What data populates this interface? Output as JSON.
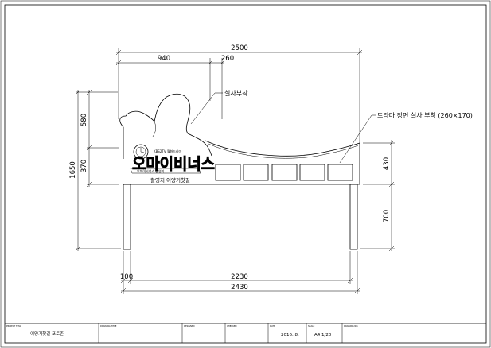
{
  "dimensions": {
    "top_total": "2500",
    "top_left": "940",
    "top_mid": "260",
    "left_total": "1650",
    "left_upper": "580",
    "left_lower": "370",
    "right_upper": "430",
    "right_lower": "700",
    "bottom_left": "100",
    "bottom_inner": "2230",
    "bottom_total": "2430"
  },
  "callouts": {
    "photo_attach": "실사부착",
    "drama_scene": "드라마 장면 실사 부착 (260×170)"
  },
  "sign": {
    "logo_main": "오마이비너스",
    "logo_top": "KBS2TV 월화드라마",
    "logo_ribbon": "오마이비너스 촬영지",
    "subtitle": "촬영지 이양기찻길"
  },
  "title_block": {
    "project_title_label": "PROJECT TITLE",
    "project_title": "이양기찻길 포토존",
    "drawing_title_label": "DRAWING TITLE",
    "designed_label": "DESIGNED",
    "checked_label": "CHECKED",
    "date_label": "DATE",
    "date": "2016. 8.",
    "scale_label": "SCALE",
    "scale": "A4   1/20",
    "drawing_no_label": "DRAWING NO."
  }
}
